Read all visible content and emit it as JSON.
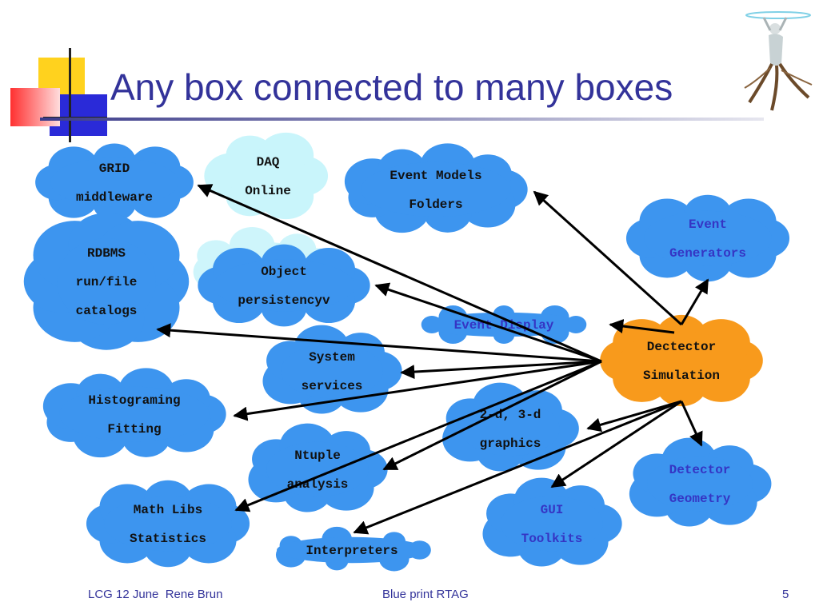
{
  "slide": {
    "title": "Any box connected to many boxes",
    "page_number": "5"
  },
  "footer": {
    "left": "LCG 12 June  Rene Brun",
    "center": "Blue print RTAG"
  },
  "colors": {
    "cloud_blue": "#3d95ef",
    "cloud_light": "#c9f5fb",
    "cloud_orange": "#f89a1c",
    "title_color": "#33339a",
    "label_dark": "#111111",
    "label_blue": "#3535c4"
  },
  "nodes": [
    {
      "id": "grid",
      "lines": [
        "GRID",
        "middleware"
      ]
    },
    {
      "id": "daq",
      "lines": [
        "DAQ",
        "Online"
      ]
    },
    {
      "id": "event-models",
      "lines": [
        "Event Models",
        "Folders"
      ]
    },
    {
      "id": "event-generators",
      "lines": [
        "Event",
        "Generators"
      ]
    },
    {
      "id": "rdbms",
      "lines": [
        "RDBMS",
        "run/file",
        "catalogs"
      ]
    },
    {
      "id": "object-persistency",
      "lines": [
        "Object",
        "persistencyv"
      ]
    },
    {
      "id": "event-display",
      "lines": [
        "Event Display"
      ]
    },
    {
      "id": "detector-simulation",
      "lines": [
        "Dectector",
        "Simulation"
      ]
    },
    {
      "id": "system-services",
      "lines": [
        "System",
        "services"
      ]
    },
    {
      "id": "histograming",
      "lines": [
        "Histograming",
        "Fitting"
      ]
    },
    {
      "id": "graphics",
      "lines": [
        "2-d, 3-d",
        "graphics"
      ]
    },
    {
      "id": "ntuple",
      "lines": [
        "Ntuple",
        "analysis"
      ]
    },
    {
      "id": "detector-geometry",
      "lines": [
        "Detector",
        "Geometry"
      ]
    },
    {
      "id": "math-libs",
      "lines": [
        "Math Libs",
        "Statistics"
      ]
    },
    {
      "id": "gui-toolkits",
      "lines": [
        "GUI",
        "Toolkits"
      ]
    },
    {
      "id": "interpreters",
      "lines": [
        "Interpreters"
      ]
    }
  ]
}
